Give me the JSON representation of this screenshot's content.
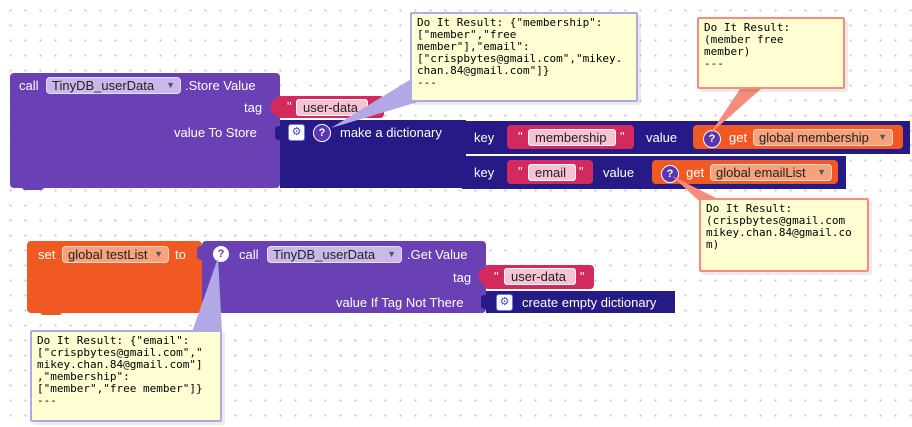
{
  "store_block": {
    "call_label": "call",
    "component": "TinyDB_userData",
    "method": ".Store Value",
    "tag_label": "tag",
    "value_label": "value To Store",
    "tag_value": "user-data",
    "dict_label": "make a dictionary",
    "pair1": {
      "key_label": "key",
      "key": "membership",
      "value_label": "value",
      "get_label": "get",
      "var": "global membership"
    },
    "pair2": {
      "key_label": "key",
      "key": "email",
      "value_label": "value",
      "get_label": "get",
      "var": "global emailList"
    }
  },
  "set_block": {
    "set_label": "set",
    "var": "global testList",
    "to_label": "to",
    "call_label": "call",
    "component": "TinyDB_userData",
    "method": ".Get Value",
    "tag_label": "tag",
    "tag_value": "user-data",
    "default_label": "value If Tag Not There",
    "default_value": "create empty dictionary"
  },
  "bubbles": {
    "store_result": "Do It Result: {\"membership\":\n[\"member\",\"free\nmember\"],\"email\":\n[\"crispbytes@gmail.com\",\"mikey.\nchan.84@gmail.com\"]}\n---",
    "membership_result": "Do It Result:\n(member free\nmember)\n---",
    "email_result": "Do It Result:\n(crispbytes@gmail.com\nmikey.chan.84@gmail.co\nm)",
    "get_result": "Do It Result: {\"email\":\n[\"crispbytes@gmail.com\",\"\nmikey.chan.84@gmail.com\"]\n,\"membership\":\n[\"member\",\"free member\"]}\n---"
  },
  "colors": {
    "tinydb_purple": "#6a41b5",
    "dictionary_navy": "#261b86",
    "variable_orange": "#f05a22",
    "text_pink": "#d22a5c",
    "bubble_bg": "#fefed2"
  },
  "icons": [
    "dropdown-arrow-icon",
    "question-mark-icon",
    "gear-icon"
  ]
}
